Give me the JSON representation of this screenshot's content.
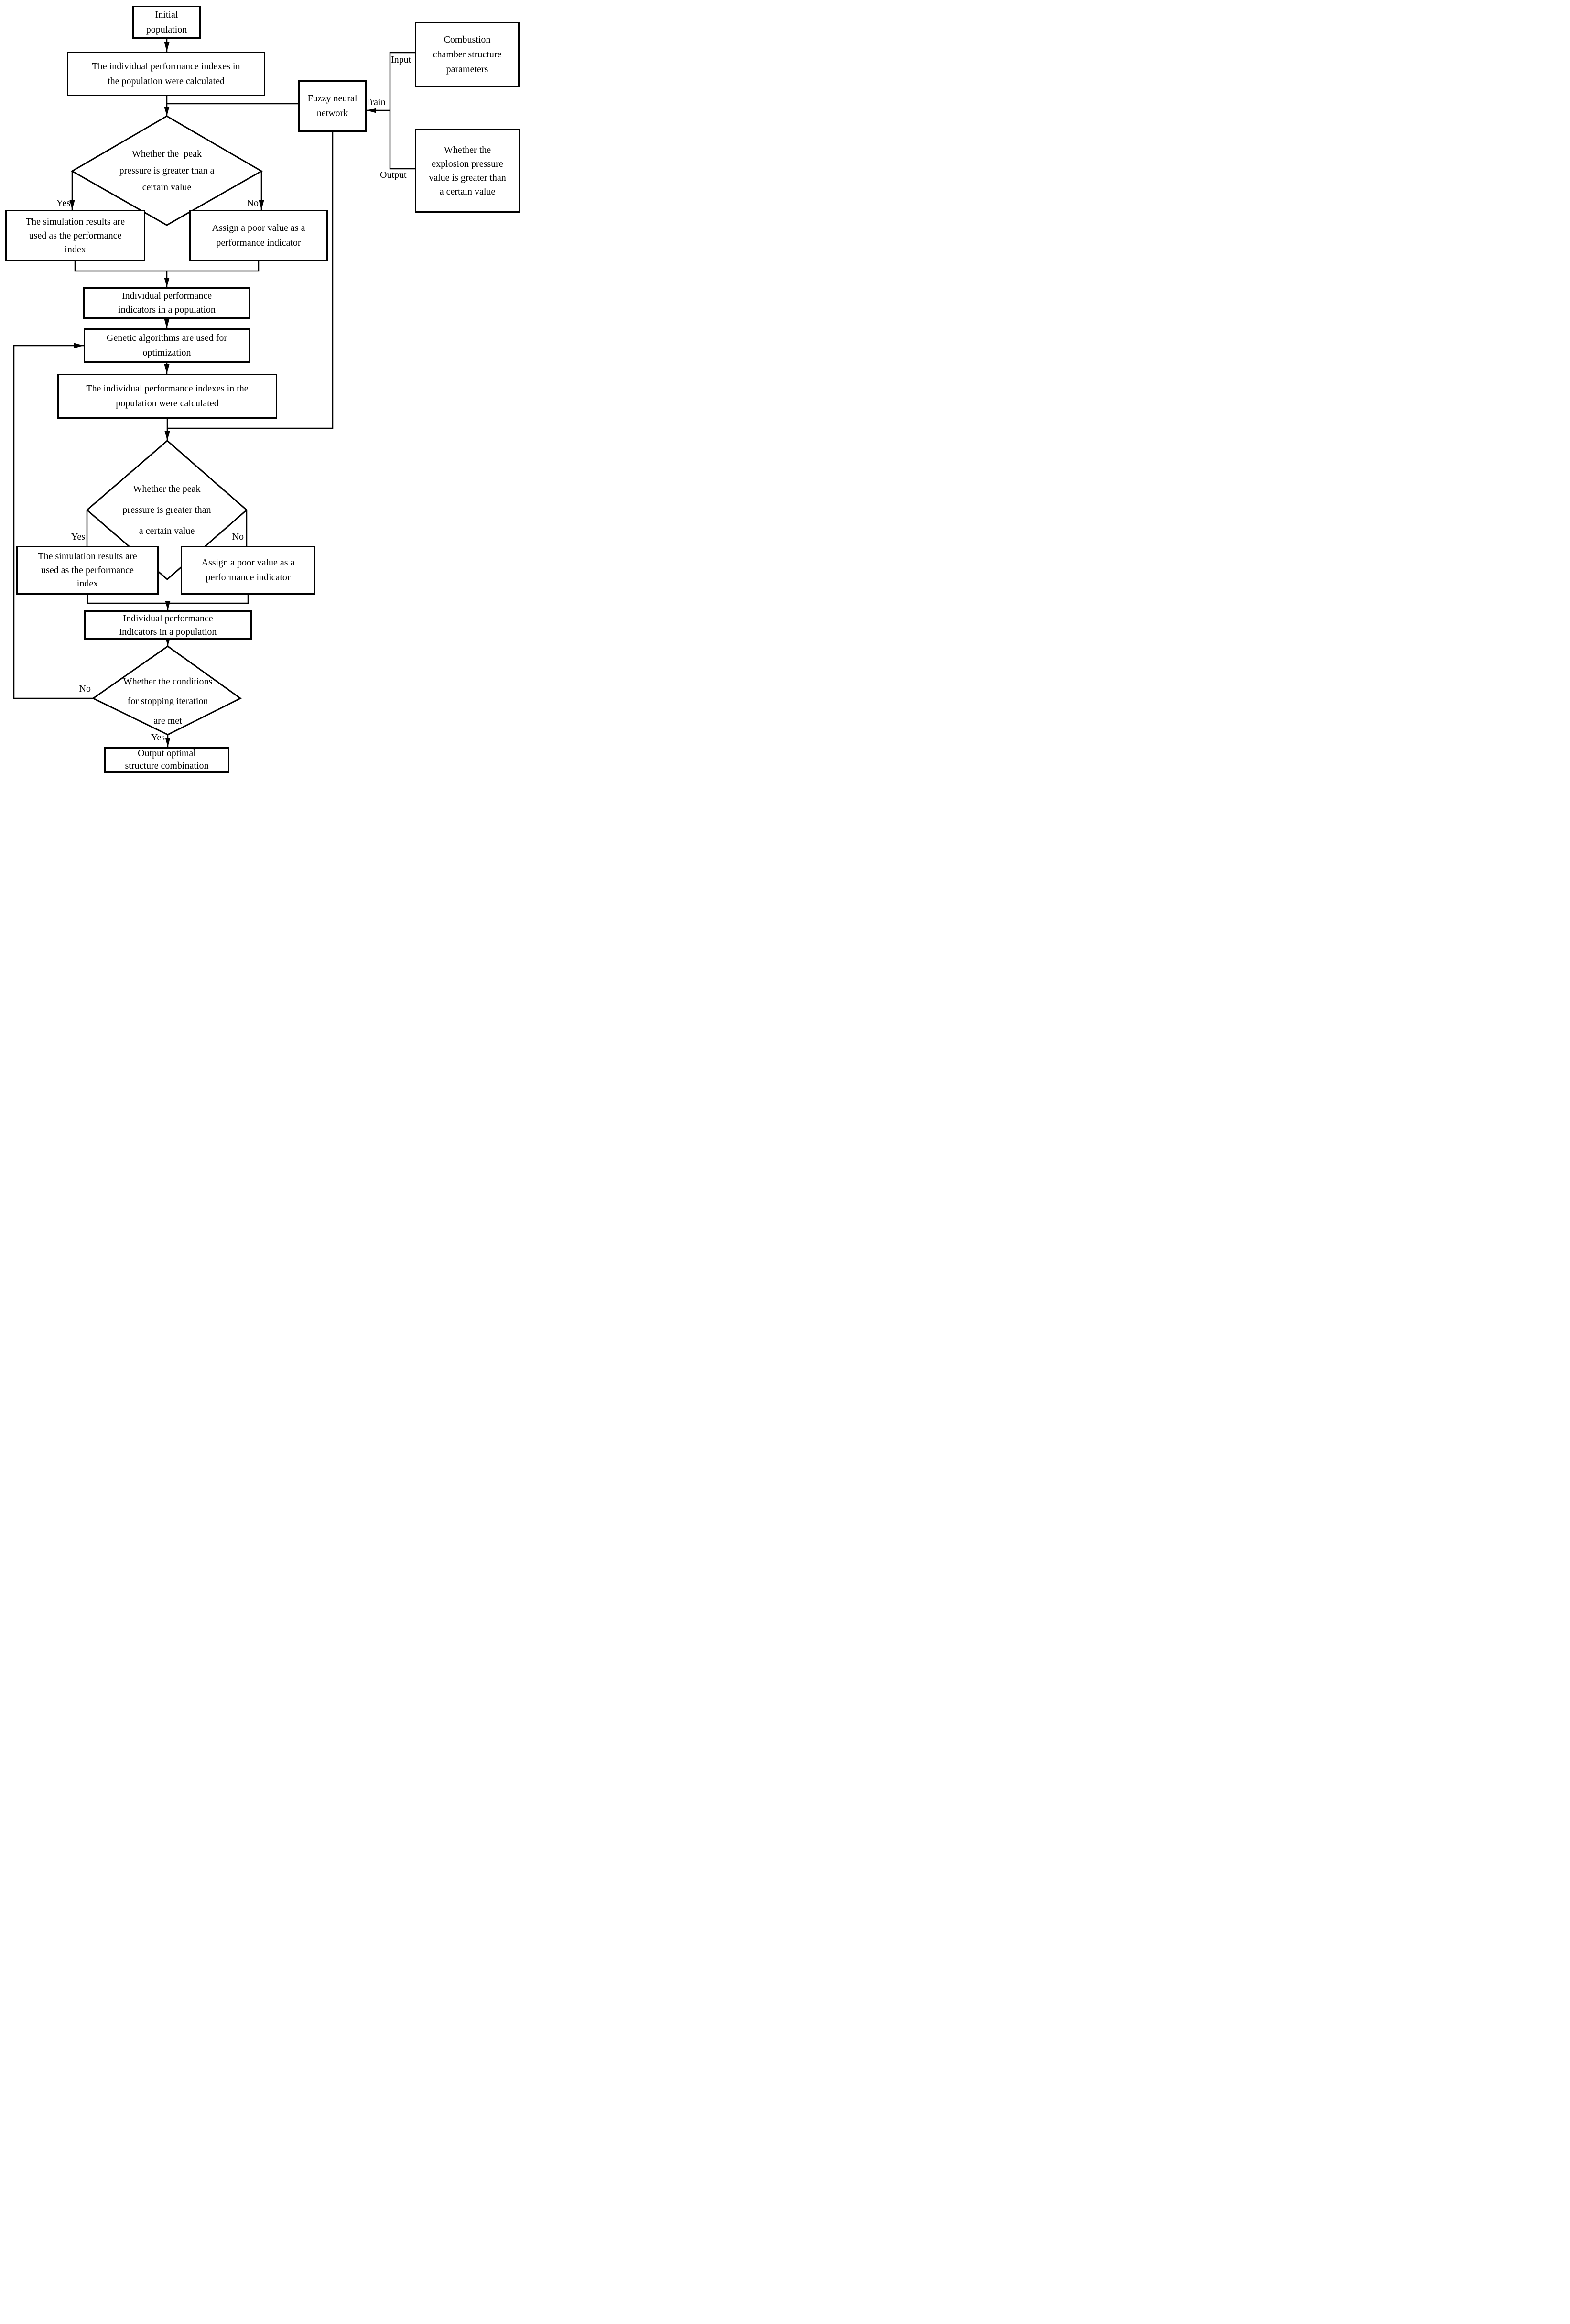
{
  "flowchart": {
    "colors": {
      "stroke": "#000000",
      "fill": "#ffffff"
    },
    "nodes": {
      "initial_population": {
        "label": "Initial\npopulation"
      },
      "calc_indexes_1": {
        "label": "The individual performance indexes in\nthe population were calculated"
      },
      "fuzzy_neural_network": {
        "label": "Fuzzy neural\nnetwork"
      },
      "combustion_params": {
        "label": "Combustion\nchamber structure\nparameters"
      },
      "explosion_pressure": {
        "label": "Whether the\nexplosion pressure\nvalue is greater than\na certain value"
      },
      "decision_peak_1": {
        "label": "Whether the  peak\npressure is greater than a\ncertain value"
      },
      "simulation_results_1": {
        "label": "The simulation results are\nused as the performance\nindex"
      },
      "assign_poor_value_1": {
        "label": "Assign a poor value as a\nperformance indicator"
      },
      "indicators_1": {
        "label": "Individual performance\nindicators in a population"
      },
      "genetic_algorithms": {
        "label": "Genetic algorithms are used for\noptimization"
      },
      "calc_indexes_2": {
        "label": "The individual performance indexes in the\npopulation were calculated"
      },
      "decision_peak_2": {
        "label": "Whether the peak\npressure is greater than\na certain value"
      },
      "simulation_results_2": {
        "label": "The simulation results are\nused as the performance\nindex"
      },
      "assign_poor_value_2": {
        "label": "Assign a poor value as a\nperformance indicator"
      },
      "indicators_2": {
        "label": "Individual performance\nindicators in a population"
      },
      "decision_stop": {
        "label": "Whether the conditions\nfor stopping iteration\nare met"
      },
      "output_optimal": {
        "label": "Output optimal\nstructure combination"
      }
    },
    "edge_labels": {
      "yes_1": "Yes",
      "no_1": "No",
      "yes_2": "Yes",
      "no_2": "No",
      "yes_3": "Yes",
      "no_3": "No",
      "input": "Input",
      "output": "Output",
      "train": "Train"
    }
  }
}
